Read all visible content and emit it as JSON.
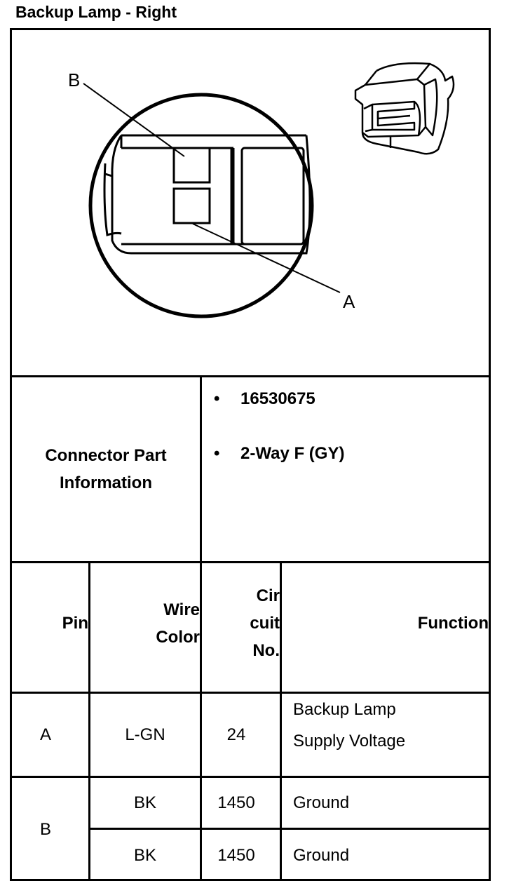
{
  "title": "Backup Lamp - Right",
  "diagram": {
    "callout_b": "B",
    "callout_a": "A"
  },
  "connector_info": {
    "label_line1": "Connector Part",
    "label_line2": "Information",
    "bullets": [
      "16530675",
      "2-Way F (GY)"
    ]
  },
  "table": {
    "headers": {
      "pin": "Pin",
      "wire_color_1": "Wire",
      "wire_color_2": "Color",
      "circuit_1": "Cir",
      "circuit_2": "cuit",
      "circuit_3": "No.",
      "function": "Function"
    },
    "rows": [
      {
        "pin": "A",
        "wire": "L-GN",
        "circuit": "24",
        "function_1": "Backup Lamp",
        "function_2": "Supply Voltage"
      },
      {
        "pin": "B",
        "wire": "BK",
        "circuit": "1450",
        "function_1": "Ground"
      },
      {
        "pin": "",
        "wire": "BK",
        "circuit": "1450",
        "function_1": "Ground"
      }
    ]
  }
}
